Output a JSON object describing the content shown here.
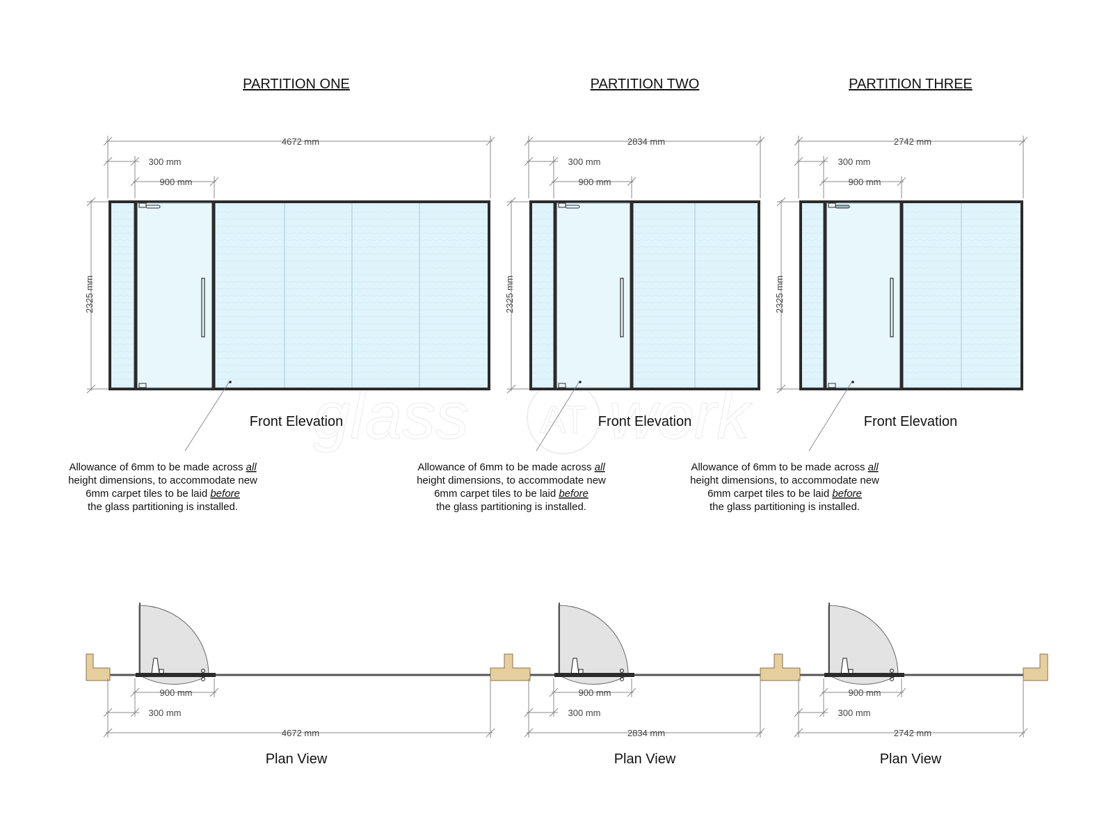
{
  "watermark": {
    "left": "glass",
    "badge": "AT",
    "right": "work"
  },
  "partitions": [
    {
      "title": "PARTITION ONE",
      "elevation_caption": "Front Elevation",
      "plan_caption": "Plan View",
      "width_label": "4672 mm",
      "side_panel_label": "300 mm",
      "door_label": "900 mm",
      "height_label": "2325 mm",
      "fixed_panels": 4
    },
    {
      "title": "PARTITION TWO",
      "elevation_caption": "Front Elevation",
      "plan_caption": "Plan View",
      "width_label": "2834 mm",
      "side_panel_label": "300 mm",
      "door_label": "900 mm",
      "height_label": "2325 mm",
      "fixed_panels": 2
    },
    {
      "title": "PARTITION THREE",
      "elevation_caption": "Front Elevation",
      "plan_caption": "Plan View",
      "width_label": "2742 mm",
      "side_panel_label": "300 mm",
      "door_label": "900 mm",
      "height_label": "2325 mm",
      "fixed_panels": 2
    }
  ],
  "note": {
    "line1_start": "Allowance of 6mm to be made across ",
    "line1_emphasis": "all",
    "line2": "height dimensions, to accommodate new",
    "line3_start": "6mm carpet tiles to be laid ",
    "line3_emphasis": "before",
    "line4": "the glass partitioning is installed."
  },
  "colors": {
    "frame": "#2b2b2b",
    "glass": "#dff4fb",
    "glass_stroke": "#a8c8d6",
    "door_swing": "#e3e3e3",
    "wall": "#e6cf9f",
    "wall_stroke": "#8a7244",
    "dimension": "#8a8a8a"
  }
}
